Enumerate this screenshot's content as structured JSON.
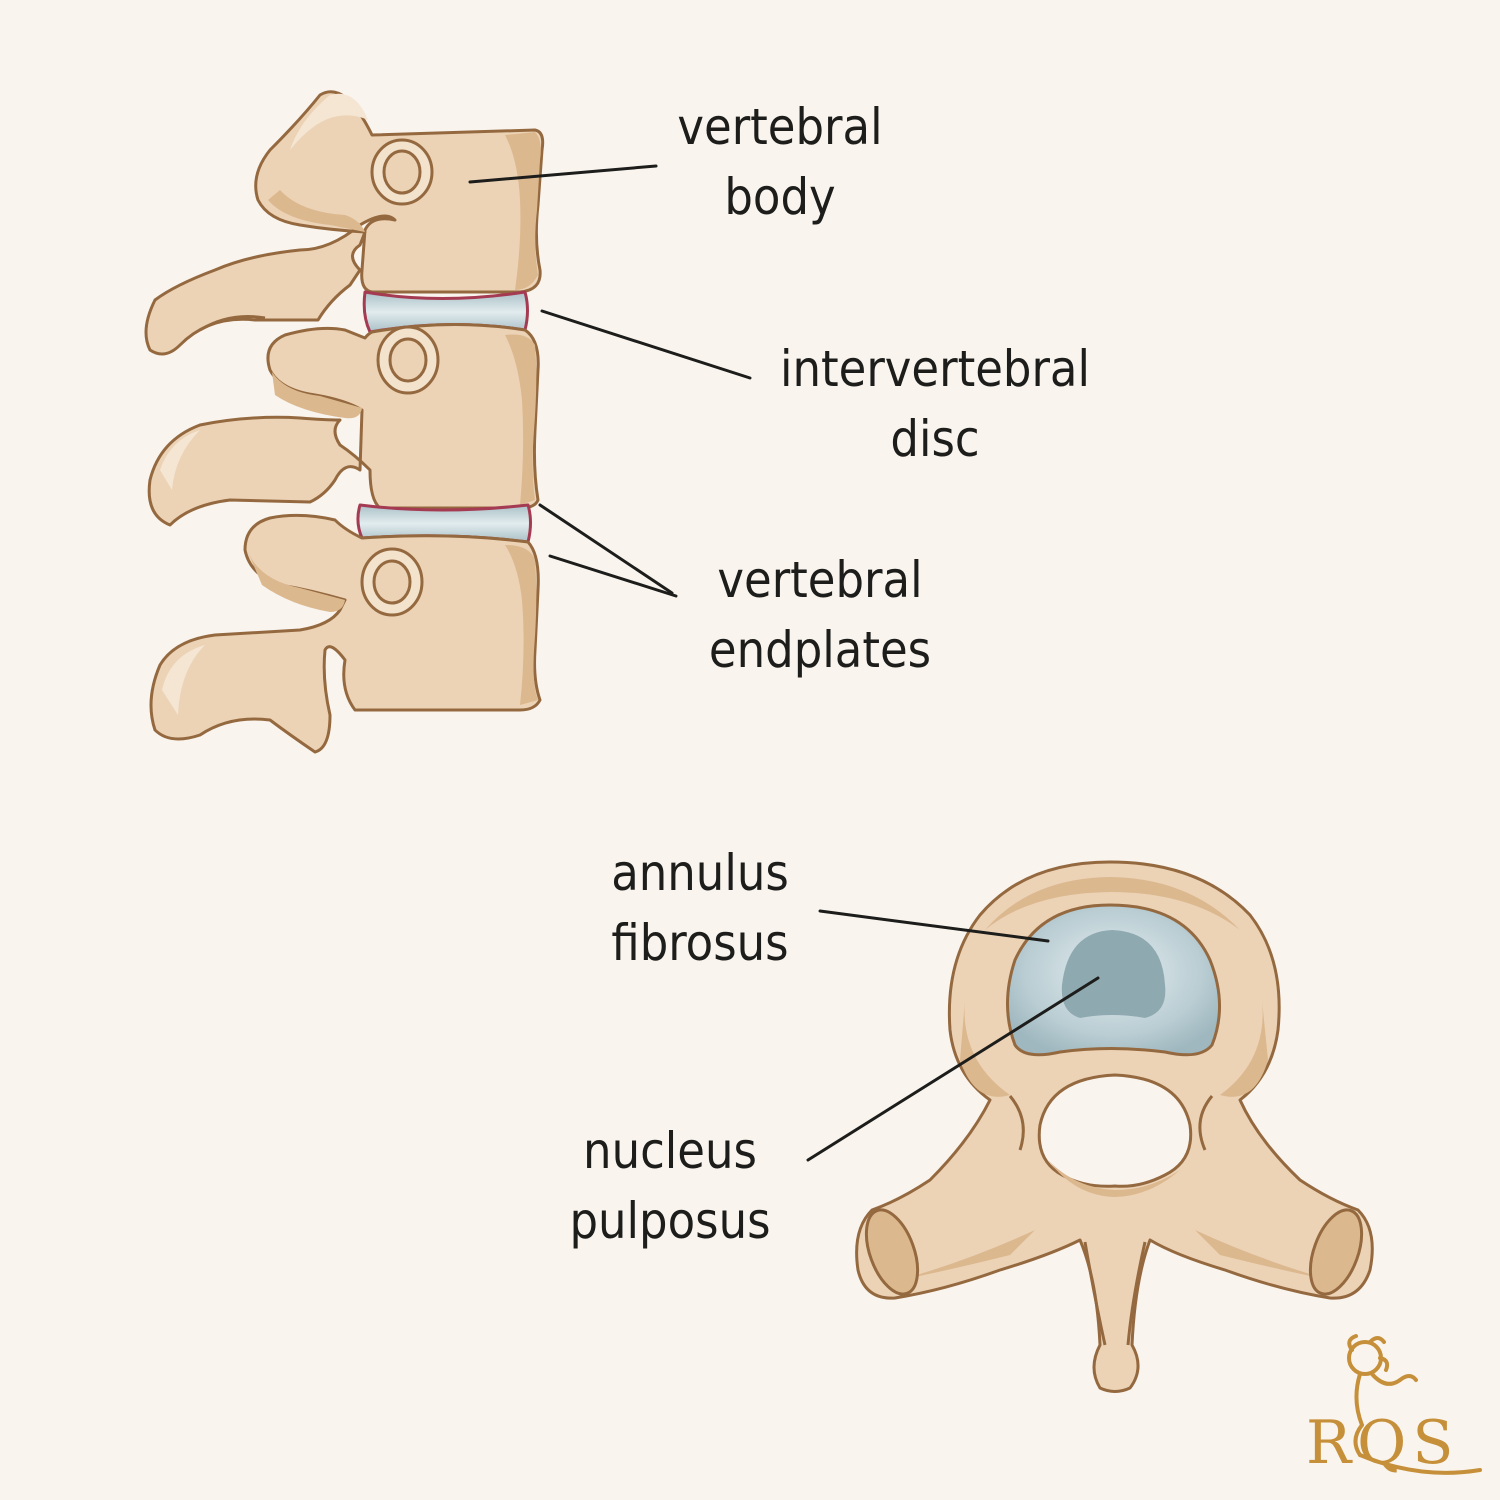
{
  "labels": {
    "vertebral_body": [
      "vertebral",
      "body"
    ],
    "intervertebral_disc": [
      "intervertebral",
      "disc"
    ],
    "vertebral_endplates": [
      "vertebral",
      "endplates"
    ],
    "annulus_fibrosus": [
      "annulus",
      "fibrosus"
    ],
    "nucleus_pulposus": [
      "nucleus",
      "pulposus"
    ]
  },
  "logo": {
    "letters": "RQS",
    "icon": "lion-icon"
  },
  "colors": {
    "background": "#f9f4ee",
    "bone": "#ecd3b6",
    "bone_shadow": "#dcb88f",
    "bone_highlight": "#f5e6d4",
    "outline": "#95693f",
    "disc": "#c4d7dc",
    "disc_outline": "#a53b52",
    "nucleus": "#8fa9b1",
    "leader_line": "#1d1d1b",
    "logo_gold": "#c6903a"
  }
}
